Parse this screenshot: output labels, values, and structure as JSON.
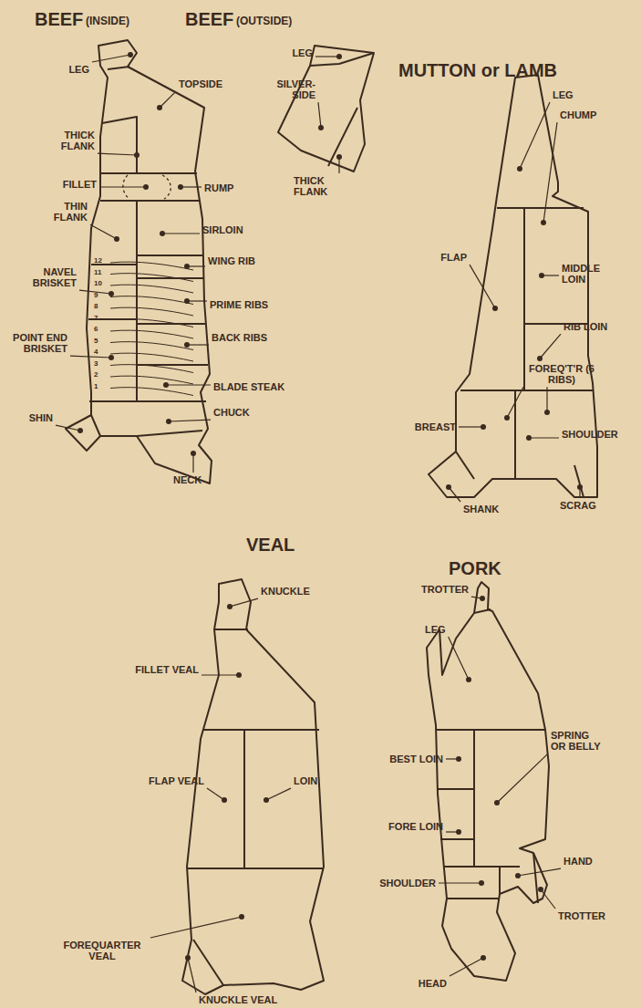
{
  "diagram": {
    "labels": [
      "BEEF",
      "(INSIDE)",
      "BEEF",
      "(OUTSIDE)",
      "MUTTON or LAMB",
      "LEG",
      "TOPSIDE",
      "THICK FLANK",
      "FILLET",
      "RUMP",
      "THIN FLANK",
      "SIRLOIN",
      "WING RIB",
      "NAVEL BRISKET",
      "PRIME RIBS",
      "BACK RIBS",
      "POINT END BRISKET",
      "BLADE STEAK",
      "CHUCK",
      "SHIN",
      "NECK",
      "12",
      "11",
      "10",
      "9",
      "8",
      "7",
      "6",
      "5",
      "4",
      "3",
      "2",
      "1",
      "LEG",
      "SILVER- SIDE",
      "THICK FLANK",
      "LEG",
      "CHUMP",
      "FLAP",
      "MIDDLE LOIN",
      "RIB LOIN",
      "FOREQ'T'R (6 RIBS)",
      "BREAST",
      "SHOULDER",
      "SHANK",
      "SCRAG",
      "VEAL",
      "KNUCKLE",
      "FILLET VEAL",
      "FLAP VEAL",
      "LOIN",
      "FOREQUARTER VEAL",
      "KNUCKLE VEAL",
      "PORK",
      "TROTTER",
      "LEG",
      "BEST LOIN",
      "SPRING OR BELLY",
      "FORE LOIN",
      "HAND",
      "SHOULDER",
      "TROTTER",
      "HEAD"
    ]
  }
}
